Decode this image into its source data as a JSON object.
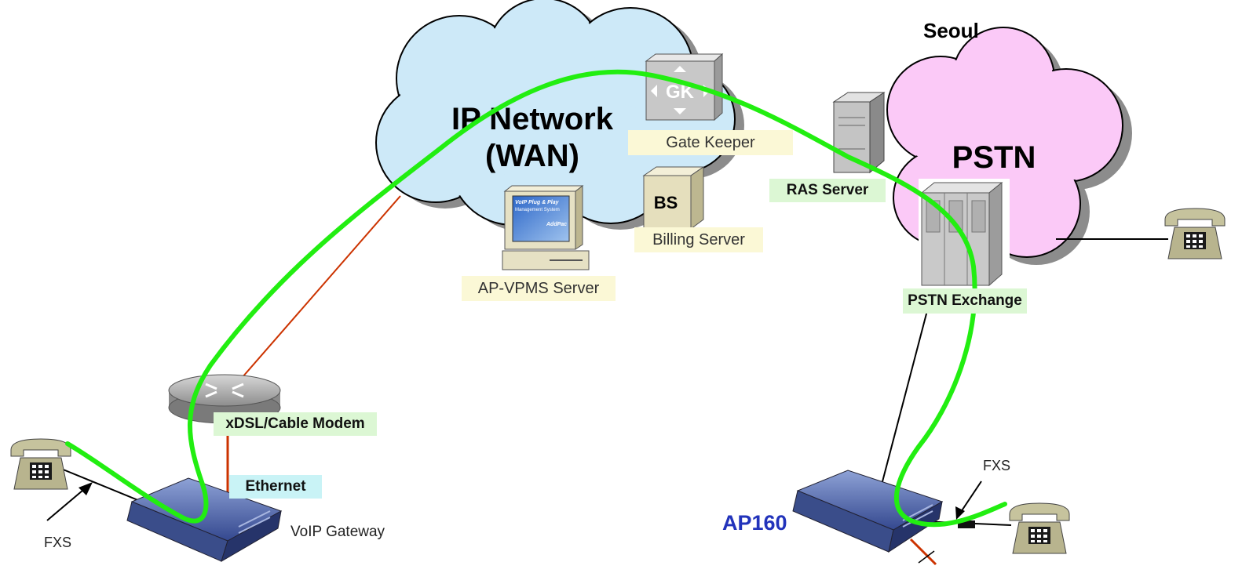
{
  "network": {
    "ip_cloud_line1": "IP Network",
    "ip_cloud_line2": "(WAN)",
    "pstn_cloud": "PSTN",
    "city": "Seoul"
  },
  "servers": {
    "gatekeeper_icon_text": "GK",
    "gatekeeper_label": "Gate Keeper",
    "billing_icon_text": "BS",
    "billing_label": "Billing Server",
    "vpms_label": "AP-VPMS Server",
    "vpms_screen_line1": "VoIP Plug & Play",
    "vpms_screen_line2": "Management System",
    "vpms_screen_brand": "AddPac",
    "ras_label": "RAS Server",
    "exchange_label": "PSTN Exchange"
  },
  "local_site": {
    "modem_label": "xDSL/Cable Modem",
    "ethernet_label": "Ethernet",
    "gateway_label": "VoIP Gateway",
    "fxs_label": "FXS"
  },
  "remote_site": {
    "device_label": "AP160",
    "fxs_label": "FXS"
  },
  "colors": {
    "call_path": "#22ee11",
    "ip_cloud": "#cde9f8",
    "pstn_cloud": "#fbc9f7",
    "ethernet_line": "#cc3300",
    "device_label": "#2233bb"
  }
}
